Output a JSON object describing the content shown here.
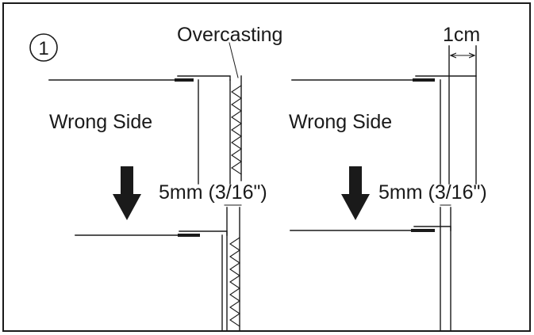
{
  "step_number": "1",
  "overcasting_label": "Overcasting",
  "cm_label": "1cm",
  "left": {
    "wrong_side_label": "Wrong Side",
    "measure_label": "5mm (3/16\")"
  },
  "right": {
    "wrong_side_label": "Wrong Side",
    "measure_label": "5mm (3/16\")"
  },
  "colors": {
    "ink": "#1a1a1a",
    "background": "#ffffff"
  }
}
